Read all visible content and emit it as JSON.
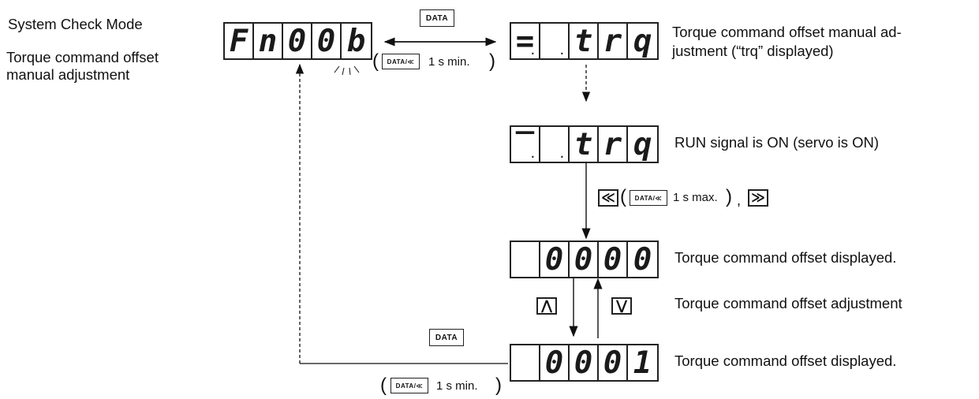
{
  "header": {
    "mode_title": "System Check Mode",
    "mode_subtitle_line1": "Torque command offset",
    "mode_subtitle_line2": "manual adjustment"
  },
  "displays": {
    "fn00b": [
      "F",
      "n",
      "0",
      "0",
      "b"
    ],
    "trq_blink": [
      "=",
      "",
      "t",
      "r",
      "q"
    ],
    "trq_on": [
      "‾",
      "",
      "t",
      "r",
      "q"
    ],
    "offset_0000": [
      "",
      "0",
      "0",
      "0",
      "0"
    ],
    "offset_0001": [
      "",
      "0",
      "0",
      "0",
      "1"
    ]
  },
  "keys": {
    "data": "DATA",
    "data_shift": "DATA/≪",
    "shift_left_icon": "≪",
    "shift_right_icon": "≫",
    "up_icon": "⋀",
    "down_icon": "⋁"
  },
  "labels": {
    "min_1s": "1 s min.",
    "max_1s": "1 s max.",
    "comma": ",",
    "trq_desc_line1": "Torque command offset manual ad-",
    "trq_desc_line2": "justment (“trq” displayed)",
    "run_on": "RUN signal is ON (servo is ON)",
    "offset_displayed_1": "Torque command offset displayed.",
    "offset_adjust": "Torque command offset adjustment",
    "offset_displayed_2": "Torque command offset displayed."
  }
}
